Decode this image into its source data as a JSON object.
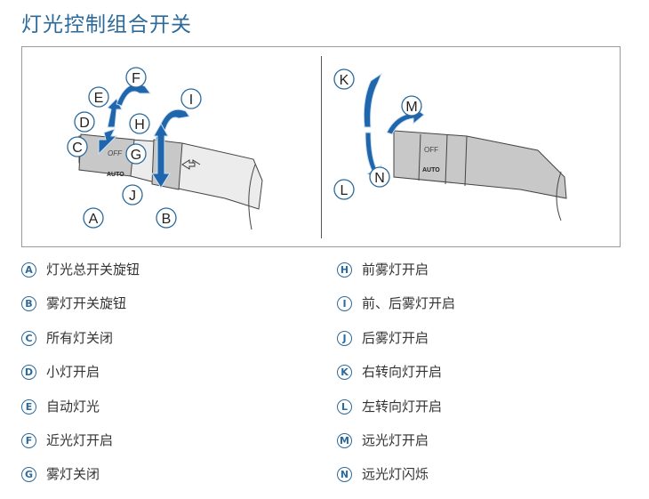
{
  "title": "灯光控制组合开关",
  "diagram": {
    "left_callouts": [
      "A",
      "B",
      "C",
      "D",
      "E",
      "F",
      "G",
      "H",
      "I",
      "J"
    ],
    "right_callouts": [
      "K",
      "L",
      "M",
      "N"
    ],
    "switch_text": {
      "off": "OFF",
      "auto": "AUTO"
    }
  },
  "legend": {
    "left": [
      {
        "key": "A",
        "text": "灯光总开关旋钮"
      },
      {
        "key": "B",
        "text": "雾灯开关旋钮"
      },
      {
        "key": "C",
        "text": "所有灯关闭"
      },
      {
        "key": "D",
        "text": "小灯开启"
      },
      {
        "key": "E",
        "text": "自动灯光"
      },
      {
        "key": "F",
        "text": "近光灯开启"
      },
      {
        "key": "G",
        "text": "雾灯关闭"
      }
    ],
    "right": [
      {
        "key": "H",
        "text": "前雾灯开启"
      },
      {
        "key": "I",
        "text": "前、后雾灯开启"
      },
      {
        "key": "J",
        "text": "后雾灯开启"
      },
      {
        "key": "K",
        "text": "右转向灯开启"
      },
      {
        "key": "L",
        "text": "左转向灯开启"
      },
      {
        "key": "M",
        "text": "远光灯开启"
      },
      {
        "key": "N",
        "text": "远光灯闪烁"
      }
    ]
  },
  "colors": {
    "accent": "#2b6a9b",
    "arrow": "#1f66ad",
    "switch": "#c8c8c8"
  }
}
